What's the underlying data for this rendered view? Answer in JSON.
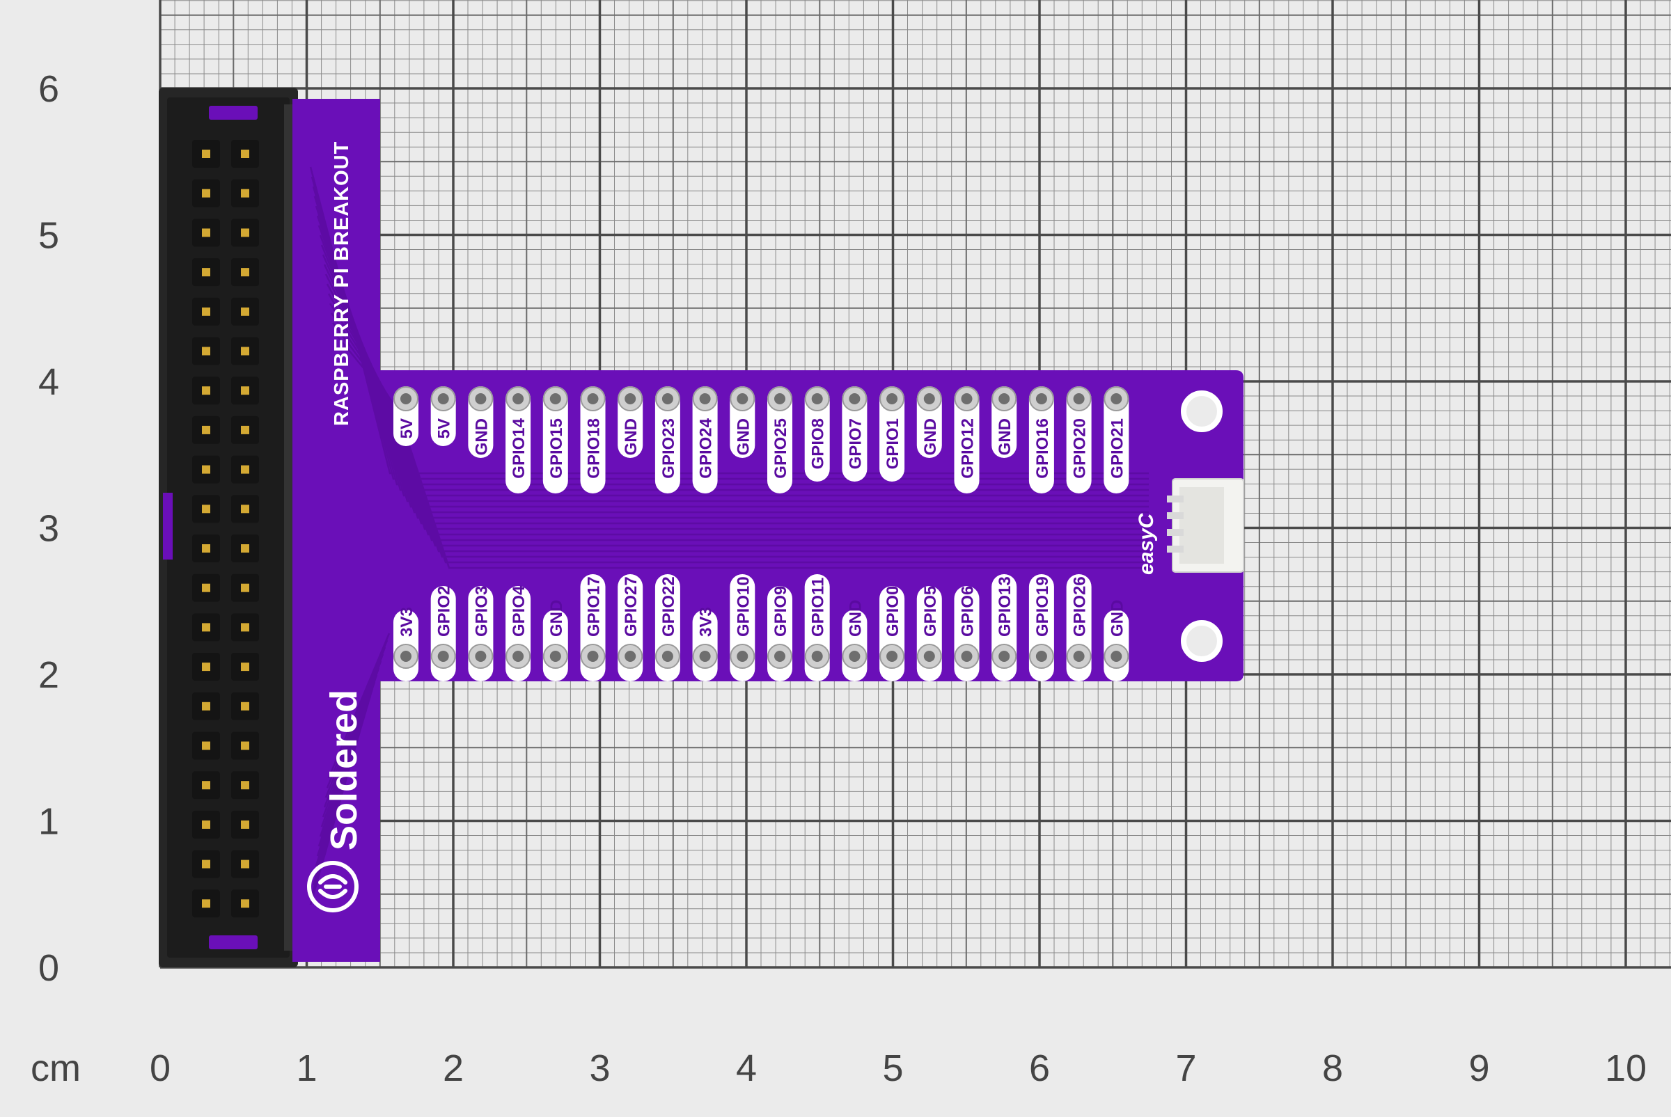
{
  "ruler": {
    "unit": "cm",
    "x_labels": [
      "0",
      "1",
      "2",
      "3",
      "4",
      "5",
      "6",
      "7",
      "8",
      "9",
      "10"
    ],
    "y_labels": [
      "0",
      "1",
      "2",
      "3",
      "4",
      "5",
      "6"
    ]
  },
  "board": {
    "title": "RASPBERRY PI BREAKOUT",
    "brand": "Soldered",
    "connector_label": "easyC",
    "top_row_pins": [
      "5V",
      "5V",
      "GND",
      "GPIO14",
      "GPIO15",
      "GPIO18",
      "GND",
      "GPIO23",
      "GPIO24",
      "GND",
      "GPIO25",
      "GPIO8",
      "GPIO7",
      "GPIO1",
      "GND",
      "GPIO12",
      "GND",
      "GPIO16",
      "GPIO20",
      "GPIO21"
    ],
    "bottom_row_pins": [
      "3V3",
      "GPIO2",
      "GPIO3",
      "GPIO4",
      "GND",
      "GPIO17",
      "GPIO27",
      "GPIO22",
      "3V3",
      "GPIO10",
      "GPIO9",
      "GPIO11",
      "GND",
      "GPIO0",
      "GPIO5",
      "GPIO6",
      "GPIO13",
      "GPIO19",
      "GPIO26",
      "GND"
    ]
  },
  "colors": {
    "background": "#ebebeb",
    "grid_line": "#4a4a4a",
    "pcb": "#6a0fb8",
    "pcb_trace": "#5a0aa0",
    "silkscreen": "#ffffff",
    "header_body": "#2a2a2a",
    "pin": "#d4a933"
  }
}
